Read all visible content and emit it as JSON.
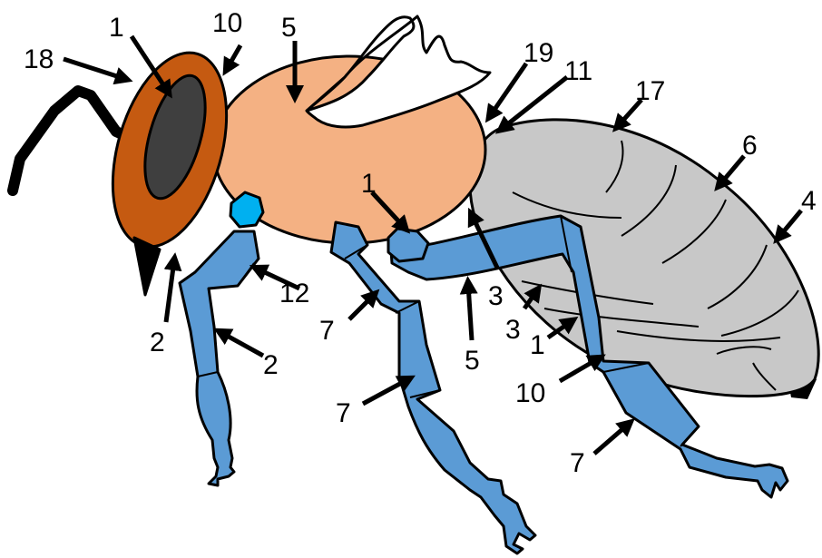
{
  "colors": {
    "head_capsule": "#c55a11",
    "eye": "#3f3f3f",
    "thorax": "#f4b183",
    "abdomen": "#c8c8c8",
    "legs": "#5b9bd5",
    "coxa_highlight": "#00b0f0",
    "wing": "#ffffff",
    "outline": "#000000"
  },
  "labels": {
    "head_eye": "1",
    "head_capsule": "18",
    "neck_top": "10",
    "thorax_top": "5",
    "waist_top": "19",
    "abdomen_front": "11",
    "abdomen_top": "17",
    "abdomen_segment": "6",
    "abdomen_rear": "4",
    "mouthpart": "2",
    "front_coxa": "12",
    "front_leg": "2",
    "hind_coxa": "1",
    "mid_leg_upper": "7",
    "mid_leg_lower": "7",
    "thorax_bottom": "5",
    "hind_leg_joint": "3",
    "abdomen_under_a": "3",
    "abdomen_under_b": "1",
    "hind_leg_tibia": "10",
    "hind_leg_tarsus": "7"
  }
}
